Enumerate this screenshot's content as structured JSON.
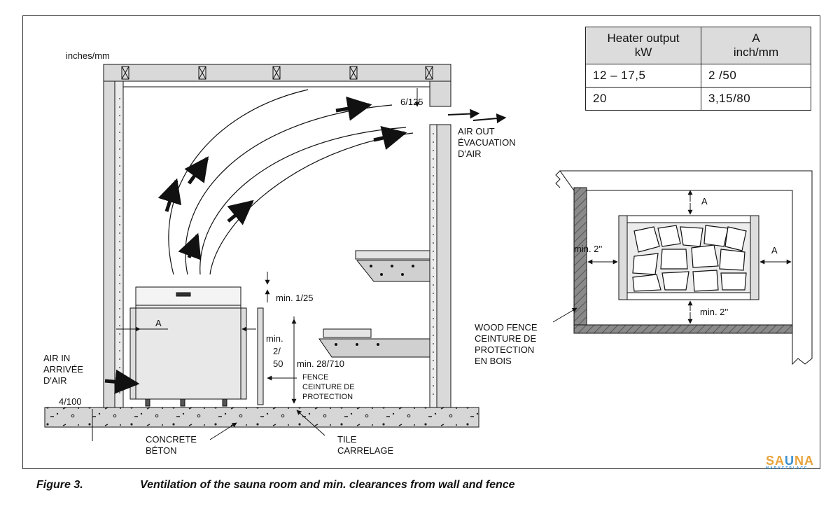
{
  "units_label": "inches/mm",
  "table": {
    "headers": [
      "Heater output\nkW",
      "A\ninch/mm"
    ],
    "rows": [
      [
        "12 – 17,5",
        "2 /50"
      ],
      [
        "20",
        "3,15/80"
      ]
    ]
  },
  "labels": {
    "top_gap": "6/125",
    "air_out": [
      "AIR OUT",
      "ÉVACUATION",
      "D'AIR"
    ],
    "air_in": [
      "AIR IN",
      "ARRIVÉE",
      "D'AIR"
    ],
    "floor_gap": "4/100",
    "min_1_25": "min. 1/25",
    "min_2_50": [
      "min.",
      "2/",
      "50"
    ],
    "min_28_710": "min. 28/710",
    "fence": [
      "FENCE",
      "CEINTURE DE",
      "PROTECTION"
    ],
    "a_left": "A",
    "concrete": [
      "CONCRETE",
      "BÉTON"
    ],
    "tile": [
      "TILE",
      "CARRELAGE"
    ],
    "plan_a_top": "A",
    "plan_a_right": "A",
    "plan_min_left": "min. 2''",
    "plan_min_bottom": "min. 2''",
    "wood_fence": [
      "WOOD FENCE",
      "CEINTURE DE",
      "PROTECTION",
      "EN BOIS"
    ]
  },
  "caption": {
    "figure": "Figure 3.",
    "text": "Ventilation of the sauna room and min. clearances from wall and fence"
  },
  "logo": {
    "main": "SAUNA",
    "sub": "MARKETPLACE",
    "colors": [
      "#e8a33c",
      "#3a8fd0"
    ]
  }
}
